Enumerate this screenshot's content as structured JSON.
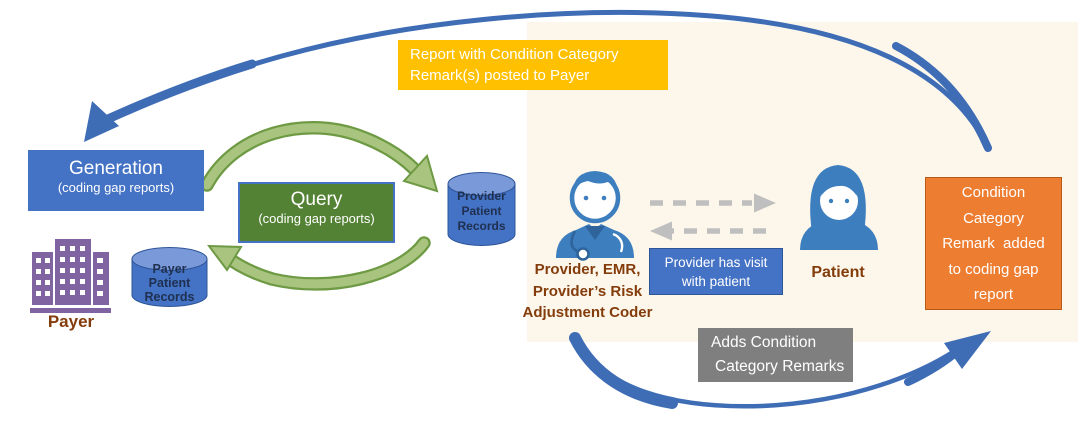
{
  "palette": {
    "blue": "#4472C4",
    "blue_dark": "#2E5597",
    "arrow_blue": "#3E6CB5",
    "green_box": "#548235",
    "green_arrow_fill": "#A9C47F",
    "green_arrow_edge": "#6E9A44",
    "yellow": "#FFC000",
    "orange": "#ED7D31",
    "orange_border": "#B55A19",
    "gray_box": "#7F7F7F",
    "dashed_gray": "#BFBFBF",
    "purple_building": "#8064A2",
    "label_brown": "#843C0C",
    "cream_background": "#FCF7EA",
    "icon_blue": "#3D7EBE"
  },
  "callouts": {
    "report_posted": {
      "line1": "Report with Condition Category",
      "line2": "Remark(s) posted to Payer"
    },
    "visit": {
      "line1": "Provider has visit",
      "line2": "with patient"
    },
    "condition_added": {
      "line1": "Condition",
      "line2": "Category",
      "line3": "Remark  added",
      "line4": "to coding gap",
      "line5": "report"
    },
    "adds_remarks": {
      "line1": "Adds Condition",
      "line2": "Category Remarks"
    }
  },
  "process": {
    "generation": {
      "title": "Generation",
      "subtitle": "(coding gap reports)"
    },
    "query": {
      "title": "Query",
      "subtitle": "(coding gap reports)"
    }
  },
  "databases": {
    "provider": {
      "line1": "Provider",
      "line2": "Patient",
      "line3": "Records"
    },
    "payer": {
      "line1": "Payer",
      "line2": "Patient",
      "line3": "Records"
    }
  },
  "actors": {
    "payer": {
      "label": "Payer"
    },
    "provider": {
      "line1": "Provider, EMR,",
      "line2": "Provider’s Risk",
      "line3": "Adjustment Coder"
    },
    "patient": {
      "label": "Patient"
    }
  }
}
